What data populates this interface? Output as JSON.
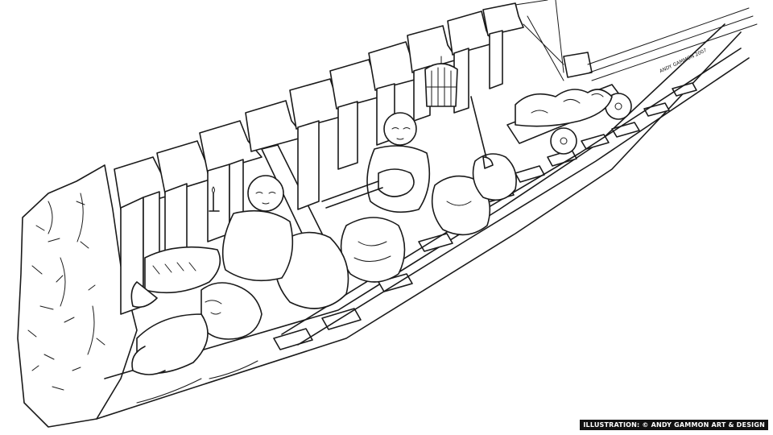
{
  "image": {
    "description_kind": "pen-and-ink line illustration",
    "credit_text": "ILLUSTRATION: © ANDY GAMMON ART & DESIGN",
    "signature_text": "ANDY GAMMON 2007"
  },
  "colors": {
    "ink": "#1a1a1a",
    "paper": "#ffffff",
    "credit_background": "#111111",
    "credit_text": "#ffffff"
  }
}
